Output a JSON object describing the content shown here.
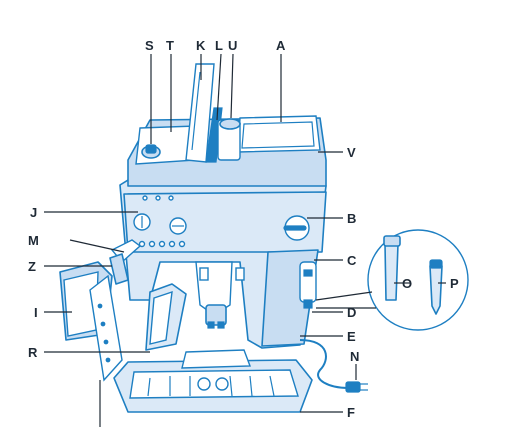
{
  "labels": {
    "S": "S",
    "T": "T",
    "K": "K",
    "L": "L",
    "U": "U",
    "A": "A",
    "V": "V",
    "J": "J",
    "B": "B",
    "M": "M",
    "C": "C",
    "Z": "Z",
    "O": "O",
    "P": "P",
    "I": "I",
    "D": "D",
    "E": "E",
    "R": "R",
    "N": "N",
    "F": "F"
  },
  "colors": {
    "line": "#1e7fc2",
    "fill": "#dbe9f7",
    "label": "#1f2a36"
  }
}
